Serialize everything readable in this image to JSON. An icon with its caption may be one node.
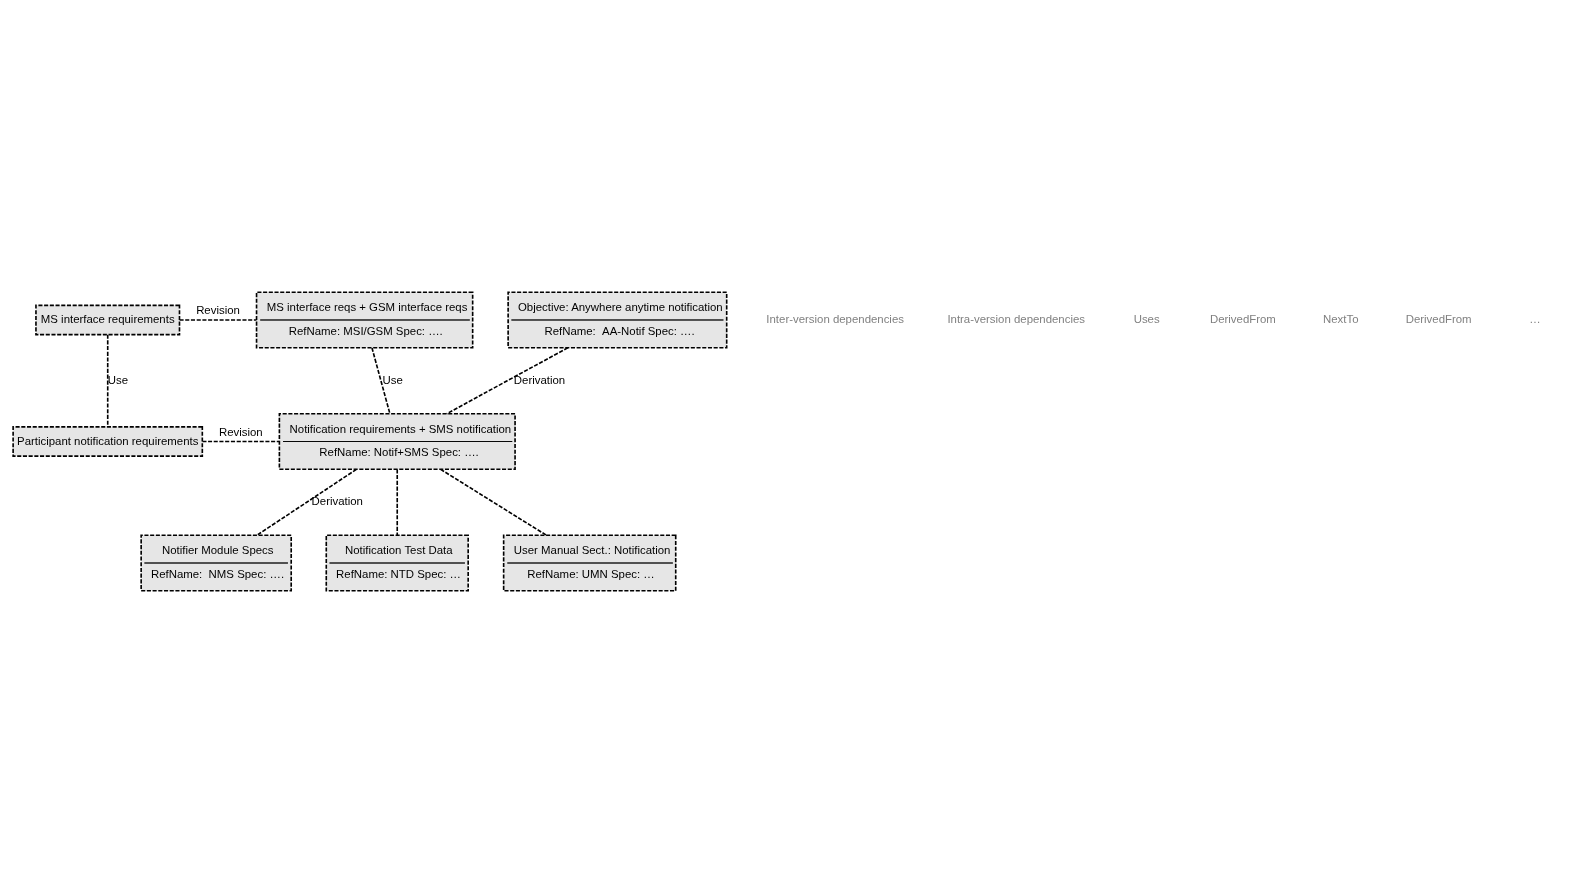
{
  "diagram": {
    "nodes": [
      {
        "text": [
          "MS interface requirements"
        ]
      },
      {
        "text": [
          "Participant notification requirements"
        ]
      },
      {
        "text": [
          "MS interface reqs + GSM interface reqs",
          "RefName: MSI/GSM Spec: …."
        ]
      },
      {
        "text": [
          "Objective: Anywhere anytime notification",
          "RefName:  AA-Notif Spec: …."
        ]
      },
      {
        "text": [
          "Notification requirements + SMS notification",
          "RefName: Notif+SMS Spec: …."
        ]
      },
      {
        "text": [
          "Notifier Module Specs",
          "RefName:  NMS Spec: …."
        ]
      },
      {
        "text": [
          "Notification Test Data",
          "RefName: NTD Spec: …"
        ]
      },
      {
        "text": [
          "User Manual Sect.: Notification",
          "RefName: UMN Spec: …"
        ]
      }
    ],
    "edges": [
      {
        "from": 0,
        "to": 2,
        "arrow": "none",
        "label": "Revision",
        "style": "dashed"
      },
      {
        "from": 0,
        "to": 1,
        "arrow": "none",
        "label": "Use",
        "style": "dashed"
      },
      {
        "from": 1,
        "to": 4,
        "arrow": "none",
        "label": "Revision",
        "style": "dashed"
      },
      {
        "from": 2,
        "to": 4,
        "arrow": "none",
        "label": "Use",
        "style": "dashed"
      },
      {
        "from": 3,
        "to": 4,
        "arrow": "none",
        "label": "Derivation",
        "style": "dashed"
      },
      {
        "from": 4,
        "to": 5,
        "arrow": "none",
        "label": "Derivation",
        "style": "dashed"
      },
      {
        "from": 4,
        "to": 6,
        "arrow": "none",
        "style": "dashed"
      },
      {
        "from": 4,
        "to": 7,
        "arrow": "none",
        "style": "dashed"
      }
    ],
    "labels": [
      "Inter-version dependencies",
      "Intra-version dependencies",
      "Uses",
      "DerivedFrom",
      "NextTo",
      "DerivedFrom",
      "…"
    ]
  }
}
